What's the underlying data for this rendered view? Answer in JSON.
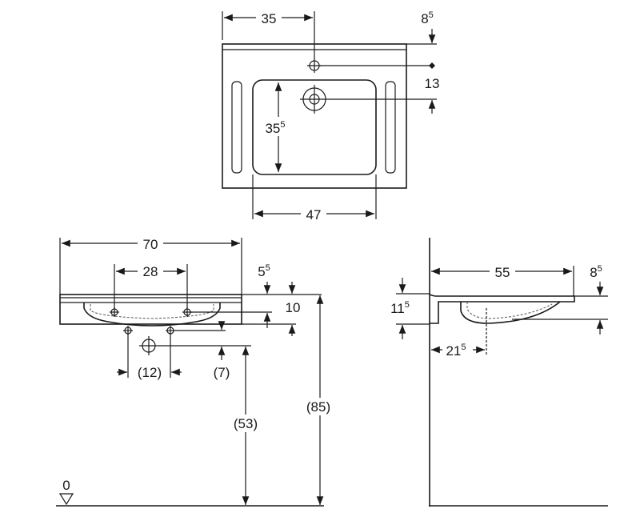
{
  "top_view": {
    "width_to_tap": "35",
    "rim_offset": "8",
    "rim_offset_sup": "5",
    "tap_to_drain": "13",
    "bowl_depth": "35",
    "bowl_depth_sup": "5",
    "bowl_width": "47"
  },
  "front_view": {
    "total_width": "70",
    "tap_spacing": "28",
    "rim_height": "5",
    "rim_height_sup": "5",
    "thickness": "10",
    "waste_spacing": "(12)",
    "waste_drop": "(7)",
    "waste_height": "(53)",
    "mount_height": "(85)",
    "floor_level": "0"
  },
  "side_view": {
    "depth": "55",
    "rim": "8",
    "rim_sup": "5",
    "bracket_height": "11",
    "bracket_height_sup": "5",
    "drain_offset": "21",
    "drain_offset_sup": "5"
  }
}
